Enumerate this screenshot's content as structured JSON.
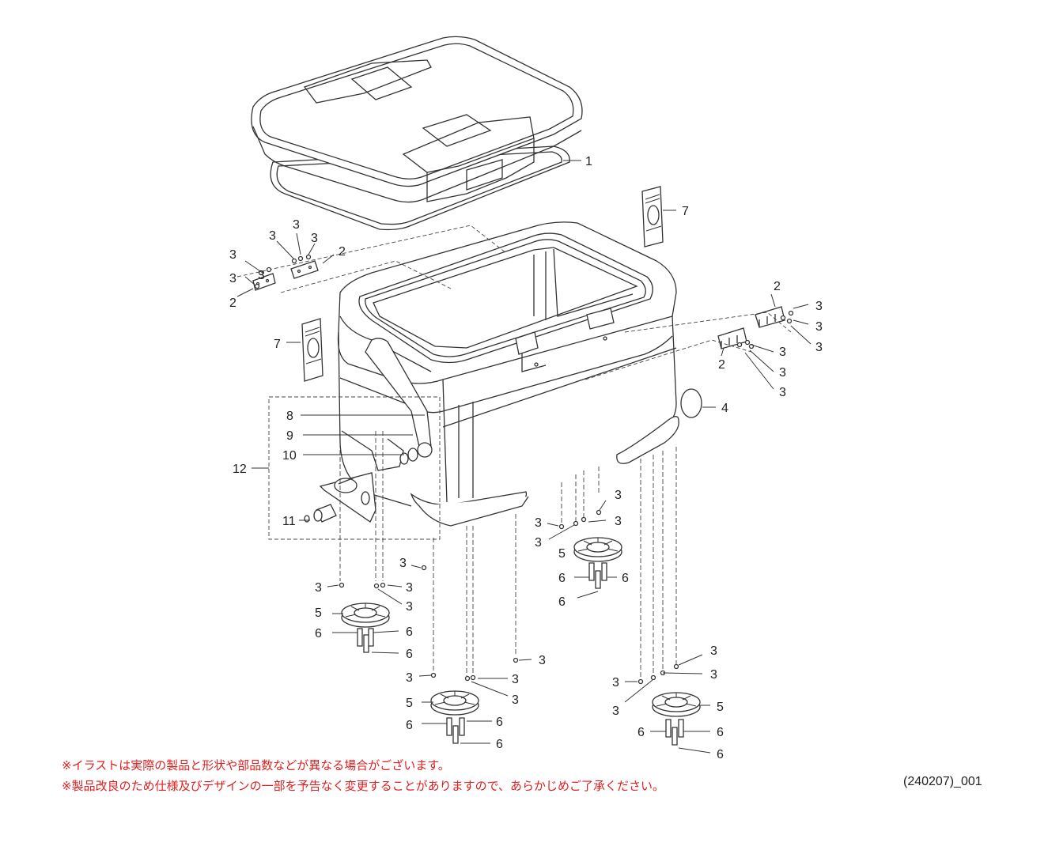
{
  "diagram": {
    "labels": [
      {
        "id": "1",
        "text": "1"
      },
      {
        "id": "2",
        "text": "2"
      },
      {
        "id": "3",
        "text": "3"
      },
      {
        "id": "4",
        "text": "4"
      },
      {
        "id": "5",
        "text": "5"
      },
      {
        "id": "6",
        "text": "6"
      },
      {
        "id": "7",
        "text": "7"
      },
      {
        "id": "8",
        "text": "8"
      },
      {
        "id": "9",
        "text": "9"
      },
      {
        "id": "10",
        "text": "10"
      },
      {
        "id": "11",
        "text": "11"
      },
      {
        "id": "12",
        "text": "12"
      }
    ]
  },
  "notes": {
    "line1": "※イラストは実際の製品と形状や部品数などが異なる場合がございます。",
    "line2": "※製品改良のため仕様及びデザインの一部を予告なく変更することがありますので、あらかじめご了承ください。"
  },
  "doc_id": "(240207)_001",
  "colors": {
    "note_text": "#e02020",
    "line": "#333333"
  }
}
